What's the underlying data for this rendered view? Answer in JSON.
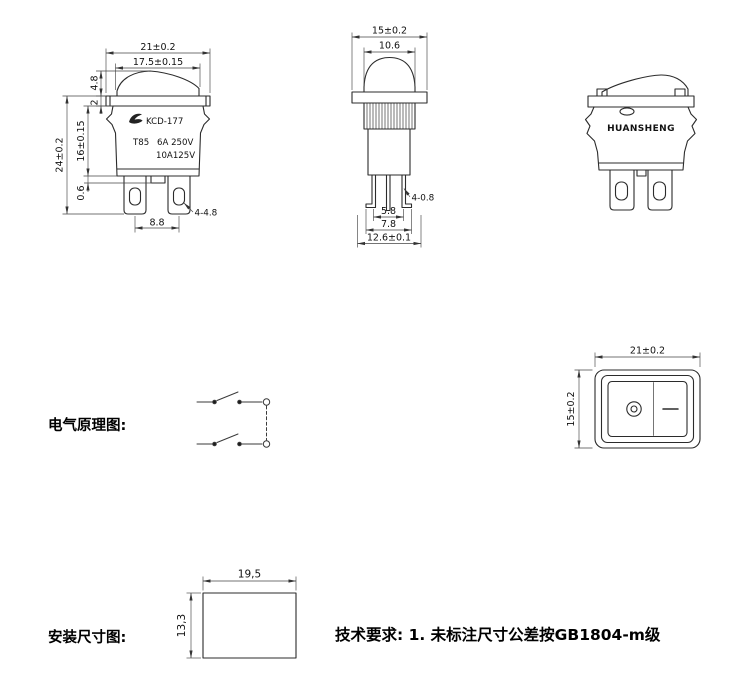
{
  "front_view": {
    "model": "KCD-177",
    "rating_t": "T85",
    "rating_1": "6A 250V",
    "rating_2": "10A125V",
    "dim_flange_width": "21±0.2",
    "dim_body_width": "17.5±0.15",
    "dim_rocker_height": "4.8",
    "dim_flange_thickness": "2",
    "dim_total_height": "24±0.2",
    "dim_body_height": "16±0.15",
    "dim_base_offset": "0.6",
    "dim_terminal_pitch": "8.8",
    "dim_terminal_holes": "4-4.8"
  },
  "side_view": {
    "dim_flange_width": "15±0.2",
    "dim_body_width": "10.6",
    "dim_pin_pitch_inner": "5.8",
    "dim_pin_pitch_outer": "7.8",
    "dim_base_width": "12.6±0.1",
    "dim_pin_thickness": "4-0.8"
  },
  "rear_view": {
    "brand": "HUANSHENG"
  },
  "schematic_section": {
    "label": "电气原理图:"
  },
  "panel_view": {
    "dim_width": "21±0.2",
    "dim_height": "15±0.2"
  },
  "install_section": {
    "label": "安装尺寸图:",
    "dim_width": "19,5",
    "dim_height": "13,3"
  },
  "notes": {
    "tech": "技术要求: 1. 未标注尺寸公差按GB1804-m级"
  }
}
